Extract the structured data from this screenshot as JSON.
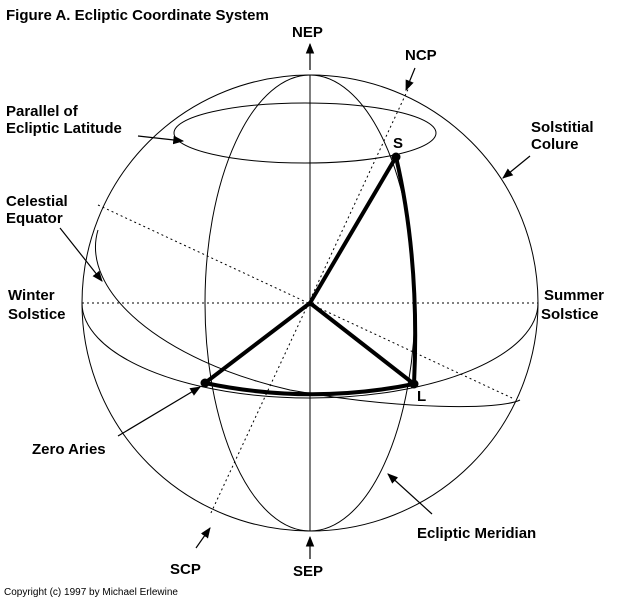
{
  "title": "Figure A. Ecliptic Coordinate System",
  "copyright": "Copyright (c) 1997 by Michael Erlewine",
  "labels": {
    "nep": "NEP",
    "ncp": "NCP",
    "parallel_line1": "Parallel of",
    "parallel_line2": "Ecliptic Latitude",
    "solstitial_line1": "Solstitial",
    "solstitial_line2": "Colure",
    "celestial_line1": "Celestial",
    "celestial_line2": "Equator",
    "winter_line1": "Winter",
    "winter_line2": "Solstice",
    "summer_line1": "Summer",
    "summer_line2": "Solstice",
    "point_s": "S",
    "point_l": "L",
    "zero_aries": "Zero Aries",
    "ecliptic_meridian": "Ecliptic Meridian",
    "scp": "SCP",
    "sep": "SEP"
  },
  "colors": {
    "ink": "#000000",
    "background": "#ffffff"
  }
}
